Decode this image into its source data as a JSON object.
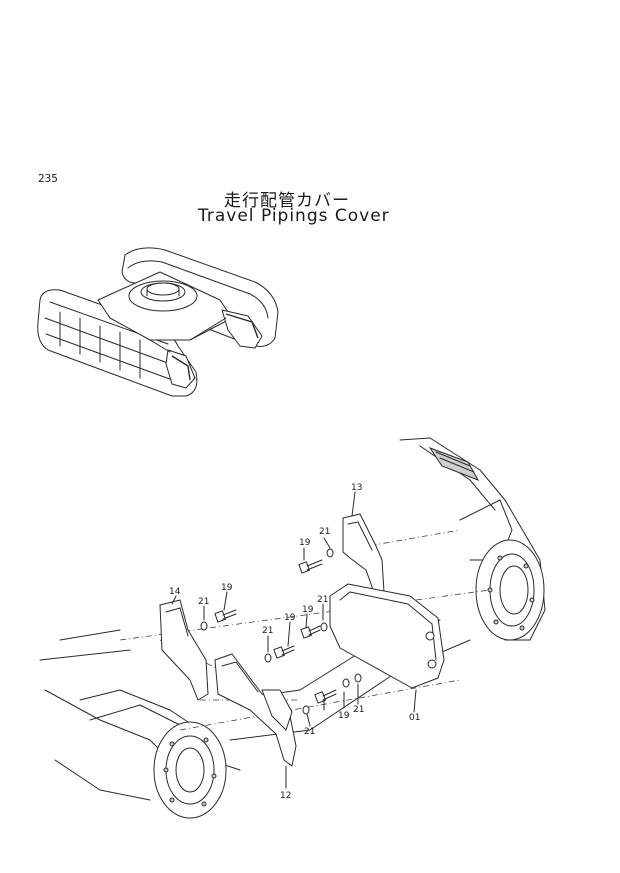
{
  "page_number": "235",
  "title_ja": "走行配管カバー",
  "title_en": "Travel Pipings Cover",
  "callouts": {
    "part_13": "13",
    "part_21_a": "21",
    "part_19_a": "19",
    "part_14": "14",
    "part_21_b": "21",
    "part_19_b": "19",
    "part_21_c": "21",
    "part_19_c": "19",
    "part_21_d": "21",
    "part_19_d": "19",
    "part_01": "01",
    "part_21_e": "21",
    "part_19_e": "19",
    "part_21_f": "21",
    "part_12": "12"
  }
}
